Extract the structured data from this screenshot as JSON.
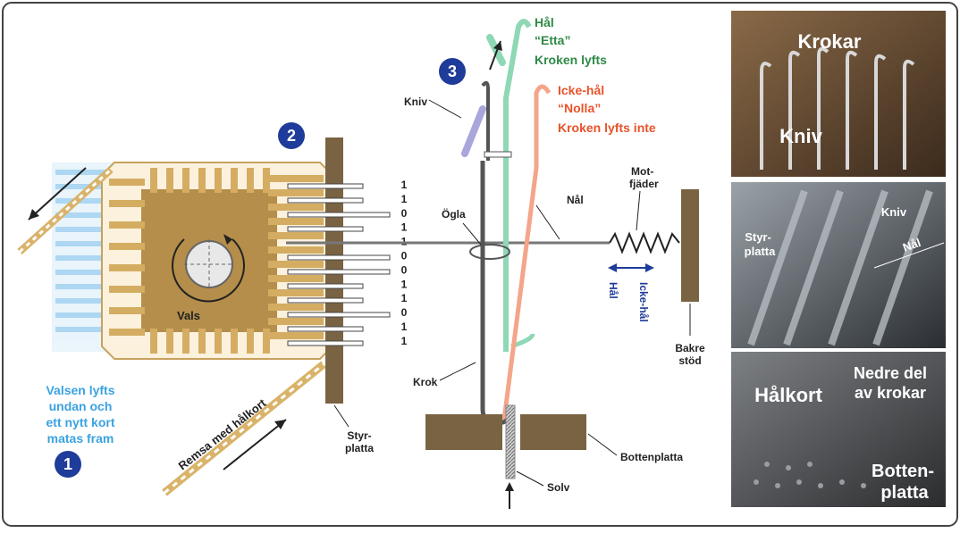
{
  "colors": {
    "wood": "#7a6343",
    "roller_gold": "#d9b36a",
    "roller_dark": "#b08a45",
    "blue_label": "#3aa2e0",
    "green_label": "#2f8a45",
    "orange_label": "#e8532a",
    "dark_blue": "#1f3c9a",
    "hook_green": "#8fd8b5",
    "hook_orange": "#f4a58a",
    "knife_purple": "#a9a6dc"
  },
  "steps": {
    "one": "1",
    "two": "2",
    "three": "3"
  },
  "labels": {
    "roller": "Vals",
    "roller_lifted_line1": "Valsen lyfts",
    "roller_lifted_line2": "undan och",
    "roller_lifted_line3": "ett nytt kort",
    "roller_lifted_line4": "matas fram",
    "card_strip": "Remsa med hålkort",
    "guide_plate_line1": "Styr-",
    "guide_plate_line2": "platta",
    "knife": "Kniv",
    "eye": "Ögla",
    "needle": "Nål",
    "counter_spring_line1": "Mot-",
    "counter_spring_line2": "fjäder",
    "hook": "Krok",
    "back_support_line1": "Bakre",
    "back_support_line2": "stöd",
    "bottom_plate": "Bottenplatta",
    "warp_thread": "Solv",
    "hole_dir": "Hål",
    "no_hole_dir": "Icke-hål"
  },
  "hole_state": {
    "line1": "Hål",
    "line2": "“Etta”",
    "line3": "Kroken lyfts"
  },
  "no_hole_state": {
    "line1": "Icke-hål",
    "line2": "“Nolla”",
    "line3": "Kroken lyfts inte"
  },
  "binary_column": [
    "1",
    "1",
    "0",
    "1",
    "1",
    "0",
    "0",
    "1",
    "1",
    "0",
    "1",
    "1"
  ],
  "photos": {
    "top": {
      "caption1": "Krokar",
      "caption2": "Kniv"
    },
    "middle": {
      "caption_kniv": "Kniv",
      "caption_styr1": "Styr-",
      "caption_styr2": "platta",
      "caption_nal": "Nål"
    },
    "bottom": {
      "caption_halkort": "Hålkort",
      "caption_nedre1": "Nedre del",
      "caption_nedre2": "av krokar",
      "caption_botten1": "Botten-",
      "caption_botten2": "platta"
    }
  }
}
